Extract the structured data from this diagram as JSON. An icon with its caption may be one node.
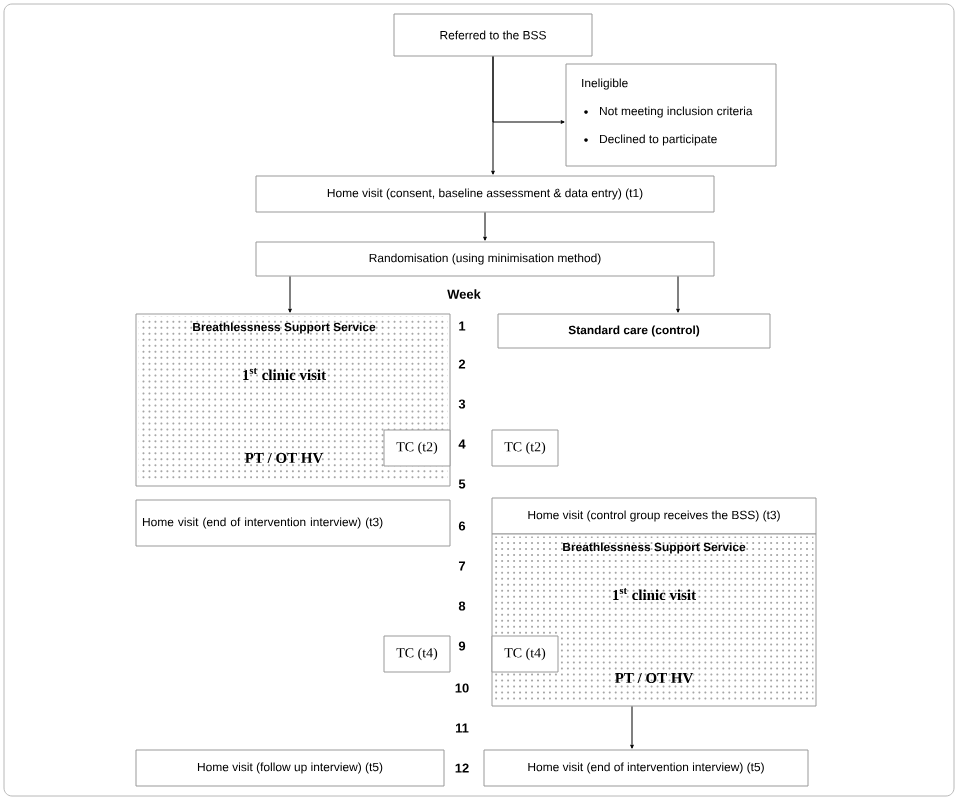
{
  "diagram": {
    "nodes": [
      {
        "text": [
          "Referred to the BSS"
        ]
      },
      {
        "text": [
          "Ineligible",
          "Not meeting inclusion criteria",
          "Declined to participate"
        ]
      },
      {
        "text": [
          "Home visit (consent, baseline assessment & data entry) (t1)"
        ]
      },
      {
        "text": [
          "Randomisation (using minimisation method)"
        ]
      },
      {
        "text": [
          "Breathlessness Support Service",
          "1$^{st}$ clinic visit",
          "PT / OT HV"
        ]
      },
      {
        "text": [
          "TC (t2)"
        ],
        "in": 4
      },
      {
        "text": [
          "Standard care (control)"
        ]
      },
      {
        "text": [
          "TC (t2)"
        ]
      },
      {
        "text": [
          "Home visit (end of intervention interview) (t3)"
        ]
      },
      {
        "text": [
          "Home visit (control group receives the BSS) (t3)"
        ]
      },
      {
        "text": [
          "Breathlessness Support Service",
          "1$^{st}$ clinic visit",
          "PT / OT HV"
        ]
      },
      {
        "text": [
          "TC (t4)"
        ]
      },
      {
        "text": [
          "TC (t4)"
        ],
        "in": 10
      },
      {
        "text": [
          "Home visit (follow up interview) (t5)"
        ]
      },
      {
        "text": [
          "Home visit (end of intervention interview) (t5)"
        ]
      }
    ],
    "edges": [
      {
        "from": 0,
        "to": 2,
        "arrow": "to"
      },
      {
        "from": 0,
        "to": 1,
        "arrow": "to"
      },
      {
        "from": 2,
        "to": 3,
        "arrow": "to"
      },
      {
        "from": 3,
        "to": 4,
        "arrow": "to"
      },
      {
        "from": 3,
        "to": 6,
        "arrow": "to"
      },
      {
        "from": 10,
        "to": 14,
        "arrow": "to"
      }
    ],
    "labels": [
      "Week",
      "1",
      "2",
      "3",
      "4",
      "5",
      "6",
      "7",
      "8",
      "9",
      "10",
      "11",
      "12"
    ]
  }
}
